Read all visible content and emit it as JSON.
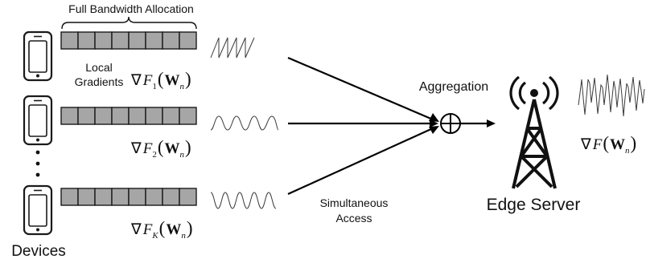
{
  "labels": {
    "full_bandwidth": "Full Bandwidth Allocation",
    "local_gradients_line1": "Local",
    "local_gradients_line2": "Gradients",
    "aggregation": "Aggregation",
    "simultaneous_line1": "Simultaneous",
    "simultaneous_line2": "Access",
    "edge_server": "Edge Server",
    "devices": "Devices"
  },
  "gradients": {
    "g1": {
      "nabla": "∇",
      "F": "F",
      "sub": "1",
      "lp": "(",
      "W": "W",
      "n": "n",
      "rp": ")"
    },
    "g2": {
      "nabla": "∇",
      "F": "F",
      "sub": "2",
      "lp": "(",
      "W": "W",
      "n": "n",
      "rp": ")"
    },
    "gK": {
      "nabla": "∇",
      "F": "F",
      "sub": "K",
      "lp": "(",
      "W": "W",
      "n": "n",
      "rp": ")"
    },
    "global": {
      "nabla": "∇",
      "F": "F",
      "lp": "(",
      "W": "W",
      "n": "n",
      "rp": ")"
    }
  },
  "icons": {
    "device": "smartphone-icon",
    "server": "radio-tower-icon",
    "aggregator": "circled-plus-icon"
  },
  "colors": {
    "cell_fill": "#a6a6a6",
    "stroke": "#1a1a1a"
  }
}
